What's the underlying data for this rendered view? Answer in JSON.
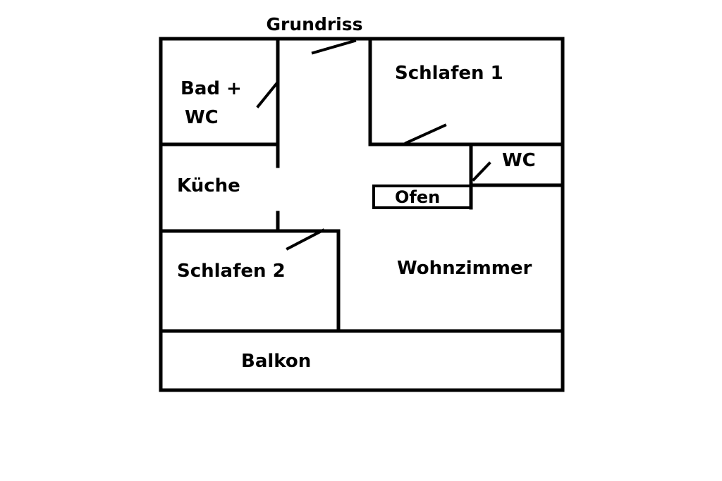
{
  "title": "Grundriss",
  "rooms": {
    "bath_line1": "Bad +",
    "bath_line2": "WC",
    "bedroom1": "Schlafen 1",
    "wc": "WC",
    "kitchen": "Küche",
    "oven": "Ofen",
    "bedroom2": "Schlafen 2",
    "living_room": "Wohnzimmer",
    "balcony": "Balkon"
  },
  "colors": {
    "walls": "#000000",
    "background": "#ffffff"
  }
}
